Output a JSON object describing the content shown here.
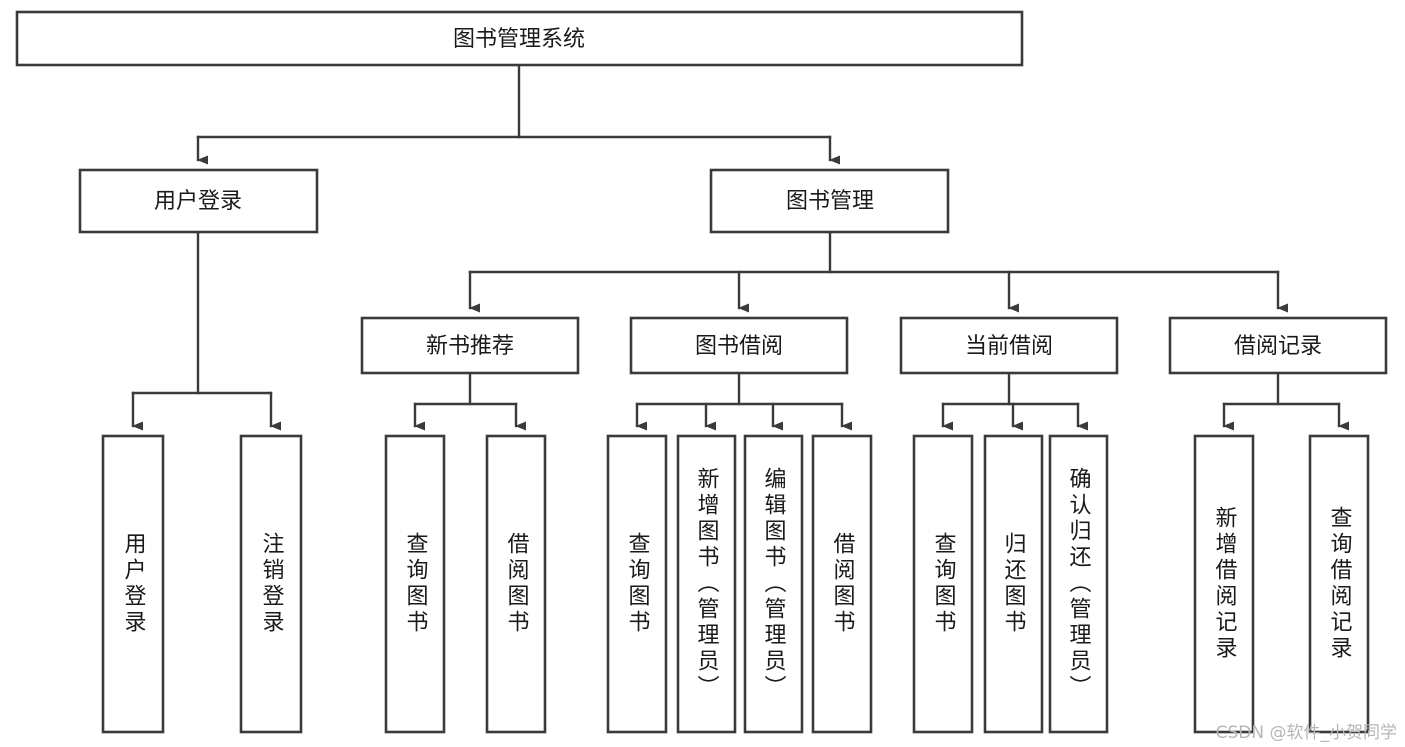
{
  "diagram": {
    "title": "图书管理系统",
    "type": "tree-hierarchy-functional-decomposition",
    "root": {
      "id": "root",
      "label": "图书管理系统"
    },
    "level2": [
      {
        "id": "user-login",
        "label": "用户登录"
      },
      {
        "id": "book-manage",
        "label": "图书管理"
      }
    ],
    "level3": [
      {
        "id": "new-book-rec",
        "label": "新书推荐",
        "parent": "book-manage"
      },
      {
        "id": "book-borrow",
        "label": "图书借阅",
        "parent": "book-manage"
      },
      {
        "id": "current-borrow",
        "label": "当前借阅",
        "parent": "book-manage"
      },
      {
        "id": "borrow-record",
        "label": "借阅记录",
        "parent": "book-manage"
      }
    ],
    "leaves": {
      "user-login": [
        {
          "id": "leaf-user-login",
          "label": "用户登录"
        },
        {
          "id": "leaf-logout",
          "label": "注销登录"
        }
      ],
      "new-book-rec": [
        {
          "id": "leaf-query-book-1",
          "label": "查询图书"
        },
        {
          "id": "leaf-borrow-book-1",
          "label": "借阅图书"
        }
      ],
      "book-borrow": [
        {
          "id": "leaf-query-book-2",
          "label": "查询图书"
        },
        {
          "id": "leaf-add-book",
          "label": "新增图书（管理员）"
        },
        {
          "id": "leaf-edit-book",
          "label": "编辑图书（管理员）"
        },
        {
          "id": "leaf-borrow-book-2",
          "label": "借阅图书"
        }
      ],
      "current-borrow": [
        {
          "id": "leaf-query-book-3",
          "label": "查询图书"
        },
        {
          "id": "leaf-return-book",
          "label": "归还图书"
        },
        {
          "id": "leaf-confirm-return",
          "label": "确认归还（管理员）"
        }
      ],
      "borrow-record": [
        {
          "id": "leaf-add-record",
          "label": "新增借阅记录"
        },
        {
          "id": "leaf-query-record",
          "label": "查询借阅记录"
        }
      ]
    }
  },
  "watermark": {
    "text": "CSDN @软件_小贺同学"
  },
  "colors": {
    "stroke": "#3a3a3a",
    "fill": "#ffffff",
    "text": "#1a1a1a",
    "watermark": "#b6b6b6"
  }
}
